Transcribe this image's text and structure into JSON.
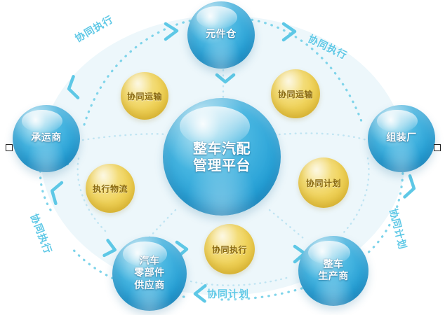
{
  "diagram": {
    "title_node": {
      "id": "center",
      "label": "整车汽配\n管理平台",
      "shape": "sphere",
      "color": "#25a0d6"
    },
    "nodes": [
      {
        "id": "top",
        "label": "元件仓",
        "shape": "sphere",
        "color": "#25a0d6"
      },
      {
        "id": "left",
        "label": "承运商",
        "shape": "sphere",
        "color": "#25a0d6"
      },
      {
        "id": "right",
        "label": "组装厂",
        "shape": "sphere",
        "color": "#25a0d6"
      },
      {
        "id": "bottom-left",
        "label": "汽车\n零部件\n供应商",
        "shape": "sphere",
        "color": "#25a0d6"
      },
      {
        "id": "bottom-right",
        "label": "整车\n生产商",
        "shape": "sphere",
        "color": "#25a0d6"
      }
    ],
    "process_nodes": [
      {
        "id": "top-left-process",
        "label": "协同运输",
        "shape": "circle",
        "color": "#ecd45a"
      },
      {
        "id": "top-right-process",
        "label": "协同运输",
        "shape": "circle",
        "color": "#ecd45a"
      },
      {
        "id": "mid-left-process",
        "label": "执行物流",
        "shape": "circle",
        "color": "#ecd45a"
      },
      {
        "id": "mid-right-process",
        "label": "协同计划",
        "shape": "circle",
        "color": "#ecd45a"
      },
      {
        "id": "bottom-center-process",
        "label": "协同执行",
        "shape": "circle",
        "color": "#ecd45a"
      }
    ],
    "flow_labels": [
      {
        "id": "arc-top-left",
        "label": "协同执行",
        "color": "#5ec8e6"
      },
      {
        "id": "arc-top-right",
        "label": "协同执行",
        "color": "#5ec8e6"
      },
      {
        "id": "arc-bottom-left",
        "label": "协同执行",
        "color": "#5ec8e6"
      },
      {
        "id": "arc-bottom-right",
        "label": "协同计划",
        "color": "#5ec8e6"
      },
      {
        "id": "arc-bottom-center",
        "label": "协同计划",
        "color": "#5ec8e6"
      }
    ],
    "colors": {
      "sphere_blue": "#25a0d6",
      "process_yellow": "#ecd45a",
      "flow_cyan": "#5ec8e6",
      "inner_tint": "#edf7fb",
      "background": "#ffffff"
    }
  }
}
